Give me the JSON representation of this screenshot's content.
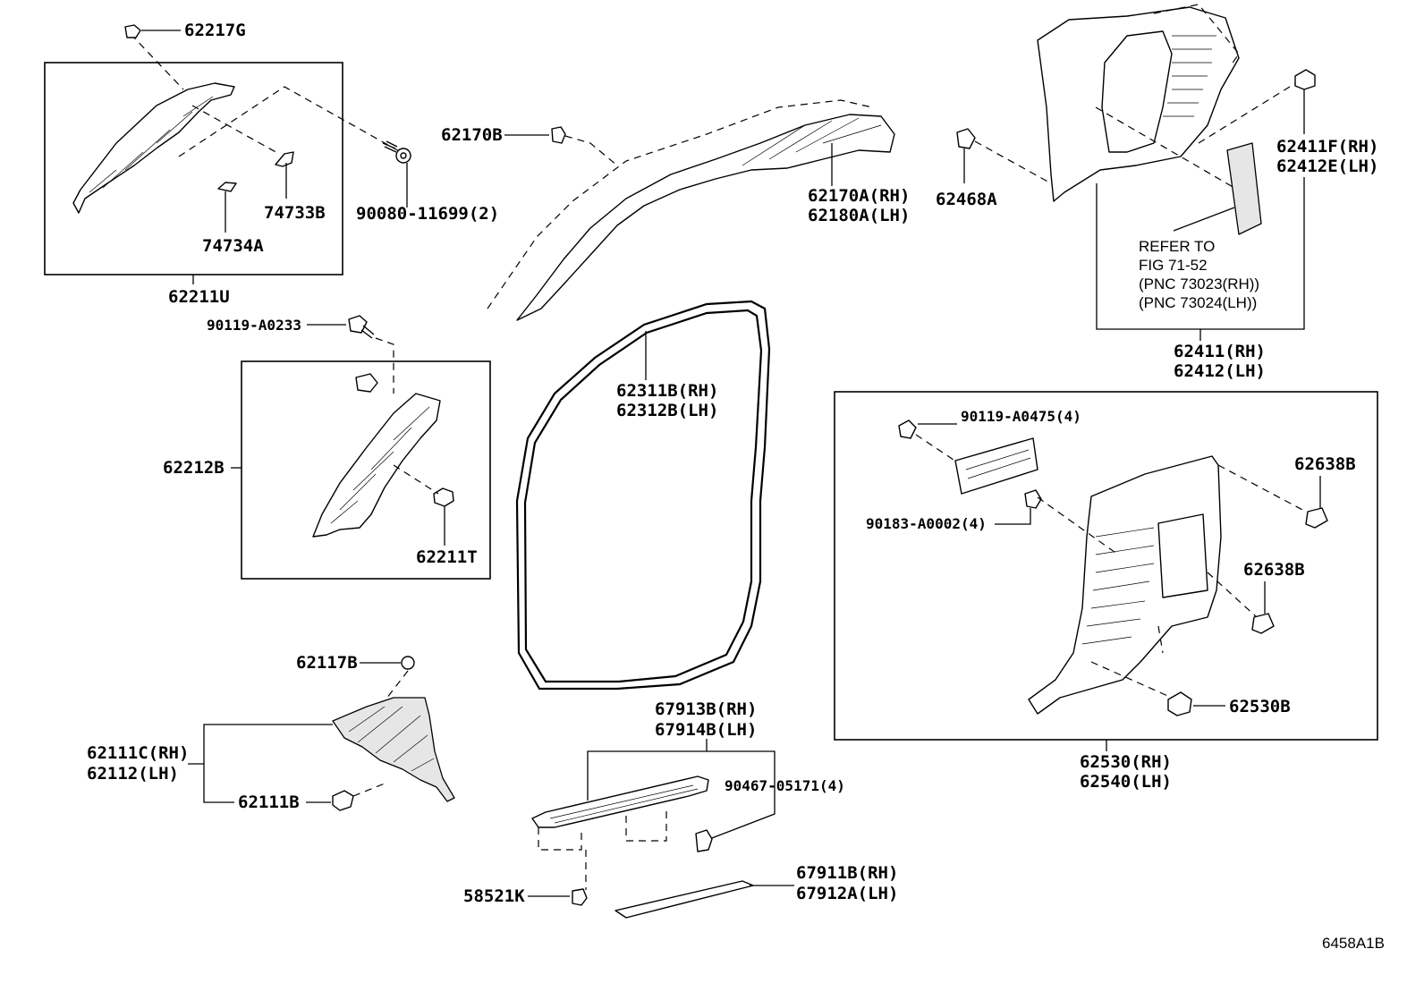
{
  "callouts": {
    "c62217G": "62217G",
    "c74733B": "74733B",
    "c74734A": "74734A",
    "c90080_11699": "90080-11699(2)",
    "c62211U": "62211U",
    "c90119_A0233": "90119-A0233",
    "c62212B": "62212B",
    "c62211T": "62211T",
    "c62117B": "62117B",
    "c62111C_rh": "62111C(RH)",
    "c62112_lh": "62112(LH)",
    "c62111B": "62111B",
    "c62170B": "62170B",
    "c62170A_rh": "62170A(RH)",
    "c62180A_lh": "62180A(LH)",
    "c62311B_rh": "62311B(RH)",
    "c62312B_lh": "62312B(LH)",
    "c67913B_rh": "67913B(RH)",
    "c67914B_lh": "67914B(LH)",
    "c90467_05171": "90467-05171(4)",
    "c58521K": "58521K",
    "c67911B_rh": "67911B(RH)",
    "c67912A_lh": "67912A(LH)",
    "c62468A": "62468A",
    "c62411F_rh": "62411F(RH)",
    "c62412E_lh": "62412E(LH)",
    "c62411_rh": "62411(RH)",
    "c62412_lh": "62412(LH)",
    "c90119_A0475": "90119-A0475(4)",
    "c90183_A0002": "90183-A0002(4)",
    "c62638B_a": "62638B",
    "c62638B_b": "62638B",
    "c62530B": "62530B",
    "c62530_rh": "62530(RH)",
    "c62540_lh": "62540(LH)"
  },
  "refer": {
    "line1": "REFER TO",
    "line2": "FIG 71-52",
    "line3": "(PNC 73023(RH))",
    "line4": "(PNC 73024(LH))"
  },
  "figure_id": "6458A1B"
}
